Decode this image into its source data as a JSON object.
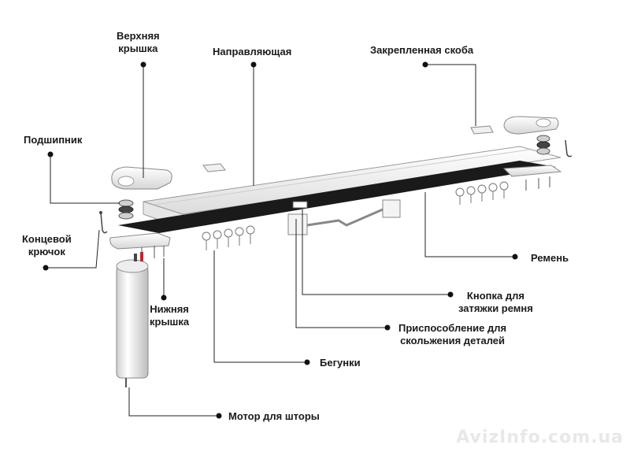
{
  "labels": {
    "top_cover_line1": "Верхняя",
    "top_cover_line2": "крышка",
    "rail": "Направляющая",
    "fixed_bracket": "Закрепленная скоба",
    "bearing": "Подшипник",
    "end_hook_line1": "Концевой",
    "end_hook_line2": "крючок",
    "belt": "Ремень",
    "tension_button_line1": "Кнопка для",
    "tension_button_line2": "затяжки ремня",
    "bottom_cover_line1": "Нижняя",
    "bottom_cover_line2": "крышка",
    "slide_device_line1": "Приспособление для",
    "slide_device_line2": "скольжения деталей",
    "runners": "Бегунки",
    "motor": "Мотор для шторы"
  },
  "watermark": "AvizInfo.com.ua",
  "colors": {
    "text": "#1a1a1a",
    "leader": "#222222",
    "rail_face": "#f2f2f2",
    "belt": "#1a1a1a",
    "part_outline": "#9a9a9a",
    "motor_accent": "#d0202a",
    "watermark": "#e8e8e8"
  }
}
